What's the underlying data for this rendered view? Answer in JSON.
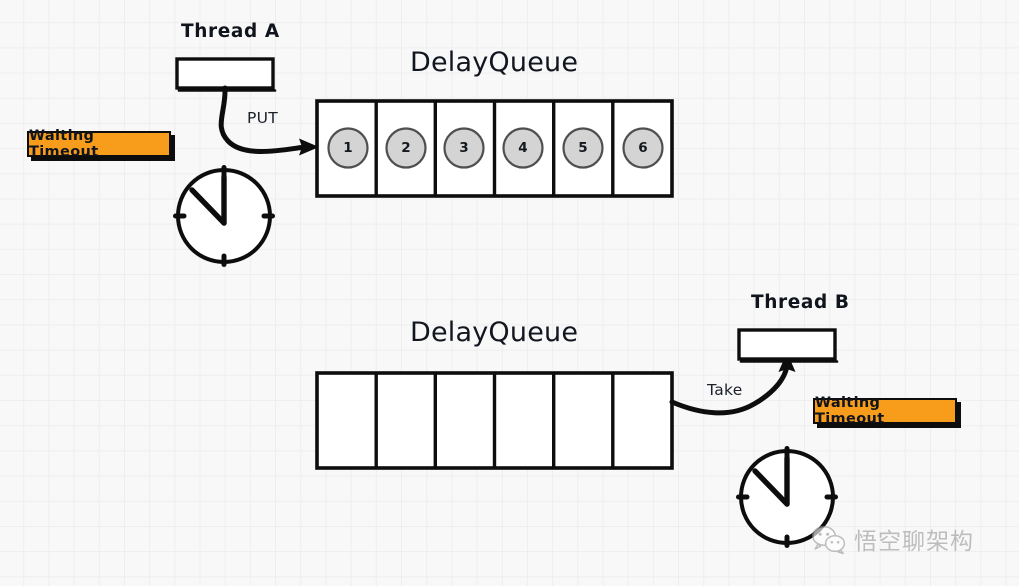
{
  "diagram": {
    "title": "DelayQueue producer/consumer timing diagram",
    "background_color": "#f8f8f8",
    "grid_line_color": "#eeeeee",
    "ink_color": "#0d0d0d",
    "accent_color": "#f89c1c",
    "cell_circle_fill": "#d4d4d4",
    "cell_circle_stroke": "#5a5a5a"
  },
  "top": {
    "thread_label": "Thread A",
    "queue_title": "DelayQueue",
    "operation_label": "PUT",
    "badge_label": "Waiting Timeout",
    "queue_items": [
      "1",
      "2",
      "3",
      "4",
      "5",
      "6"
    ],
    "queue_cell_count": 6
  },
  "bottom": {
    "thread_label": "Thread B",
    "queue_title": "DelayQueue",
    "operation_label": "Take",
    "badge_label": "Waiting Timeout",
    "queue_items": [
      "",
      "",
      "",
      "",
      "",
      ""
    ],
    "queue_cell_count": 6
  },
  "watermark": {
    "text": "悟空聊架构",
    "icon": "wechat-icon"
  }
}
